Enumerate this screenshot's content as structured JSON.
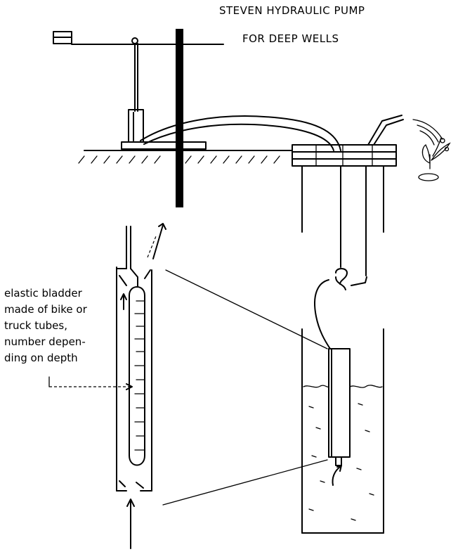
{
  "title": {
    "line1": "STEVEN HYDRAULIC PUMP",
    "line2": "FOR DEEP WELLS"
  },
  "annotation": {
    "lines": [
      "elastic bladder",
      "made of bike or",
      "truck tubes,",
      "number depen-",
      "ding on depth"
    ]
  }
}
